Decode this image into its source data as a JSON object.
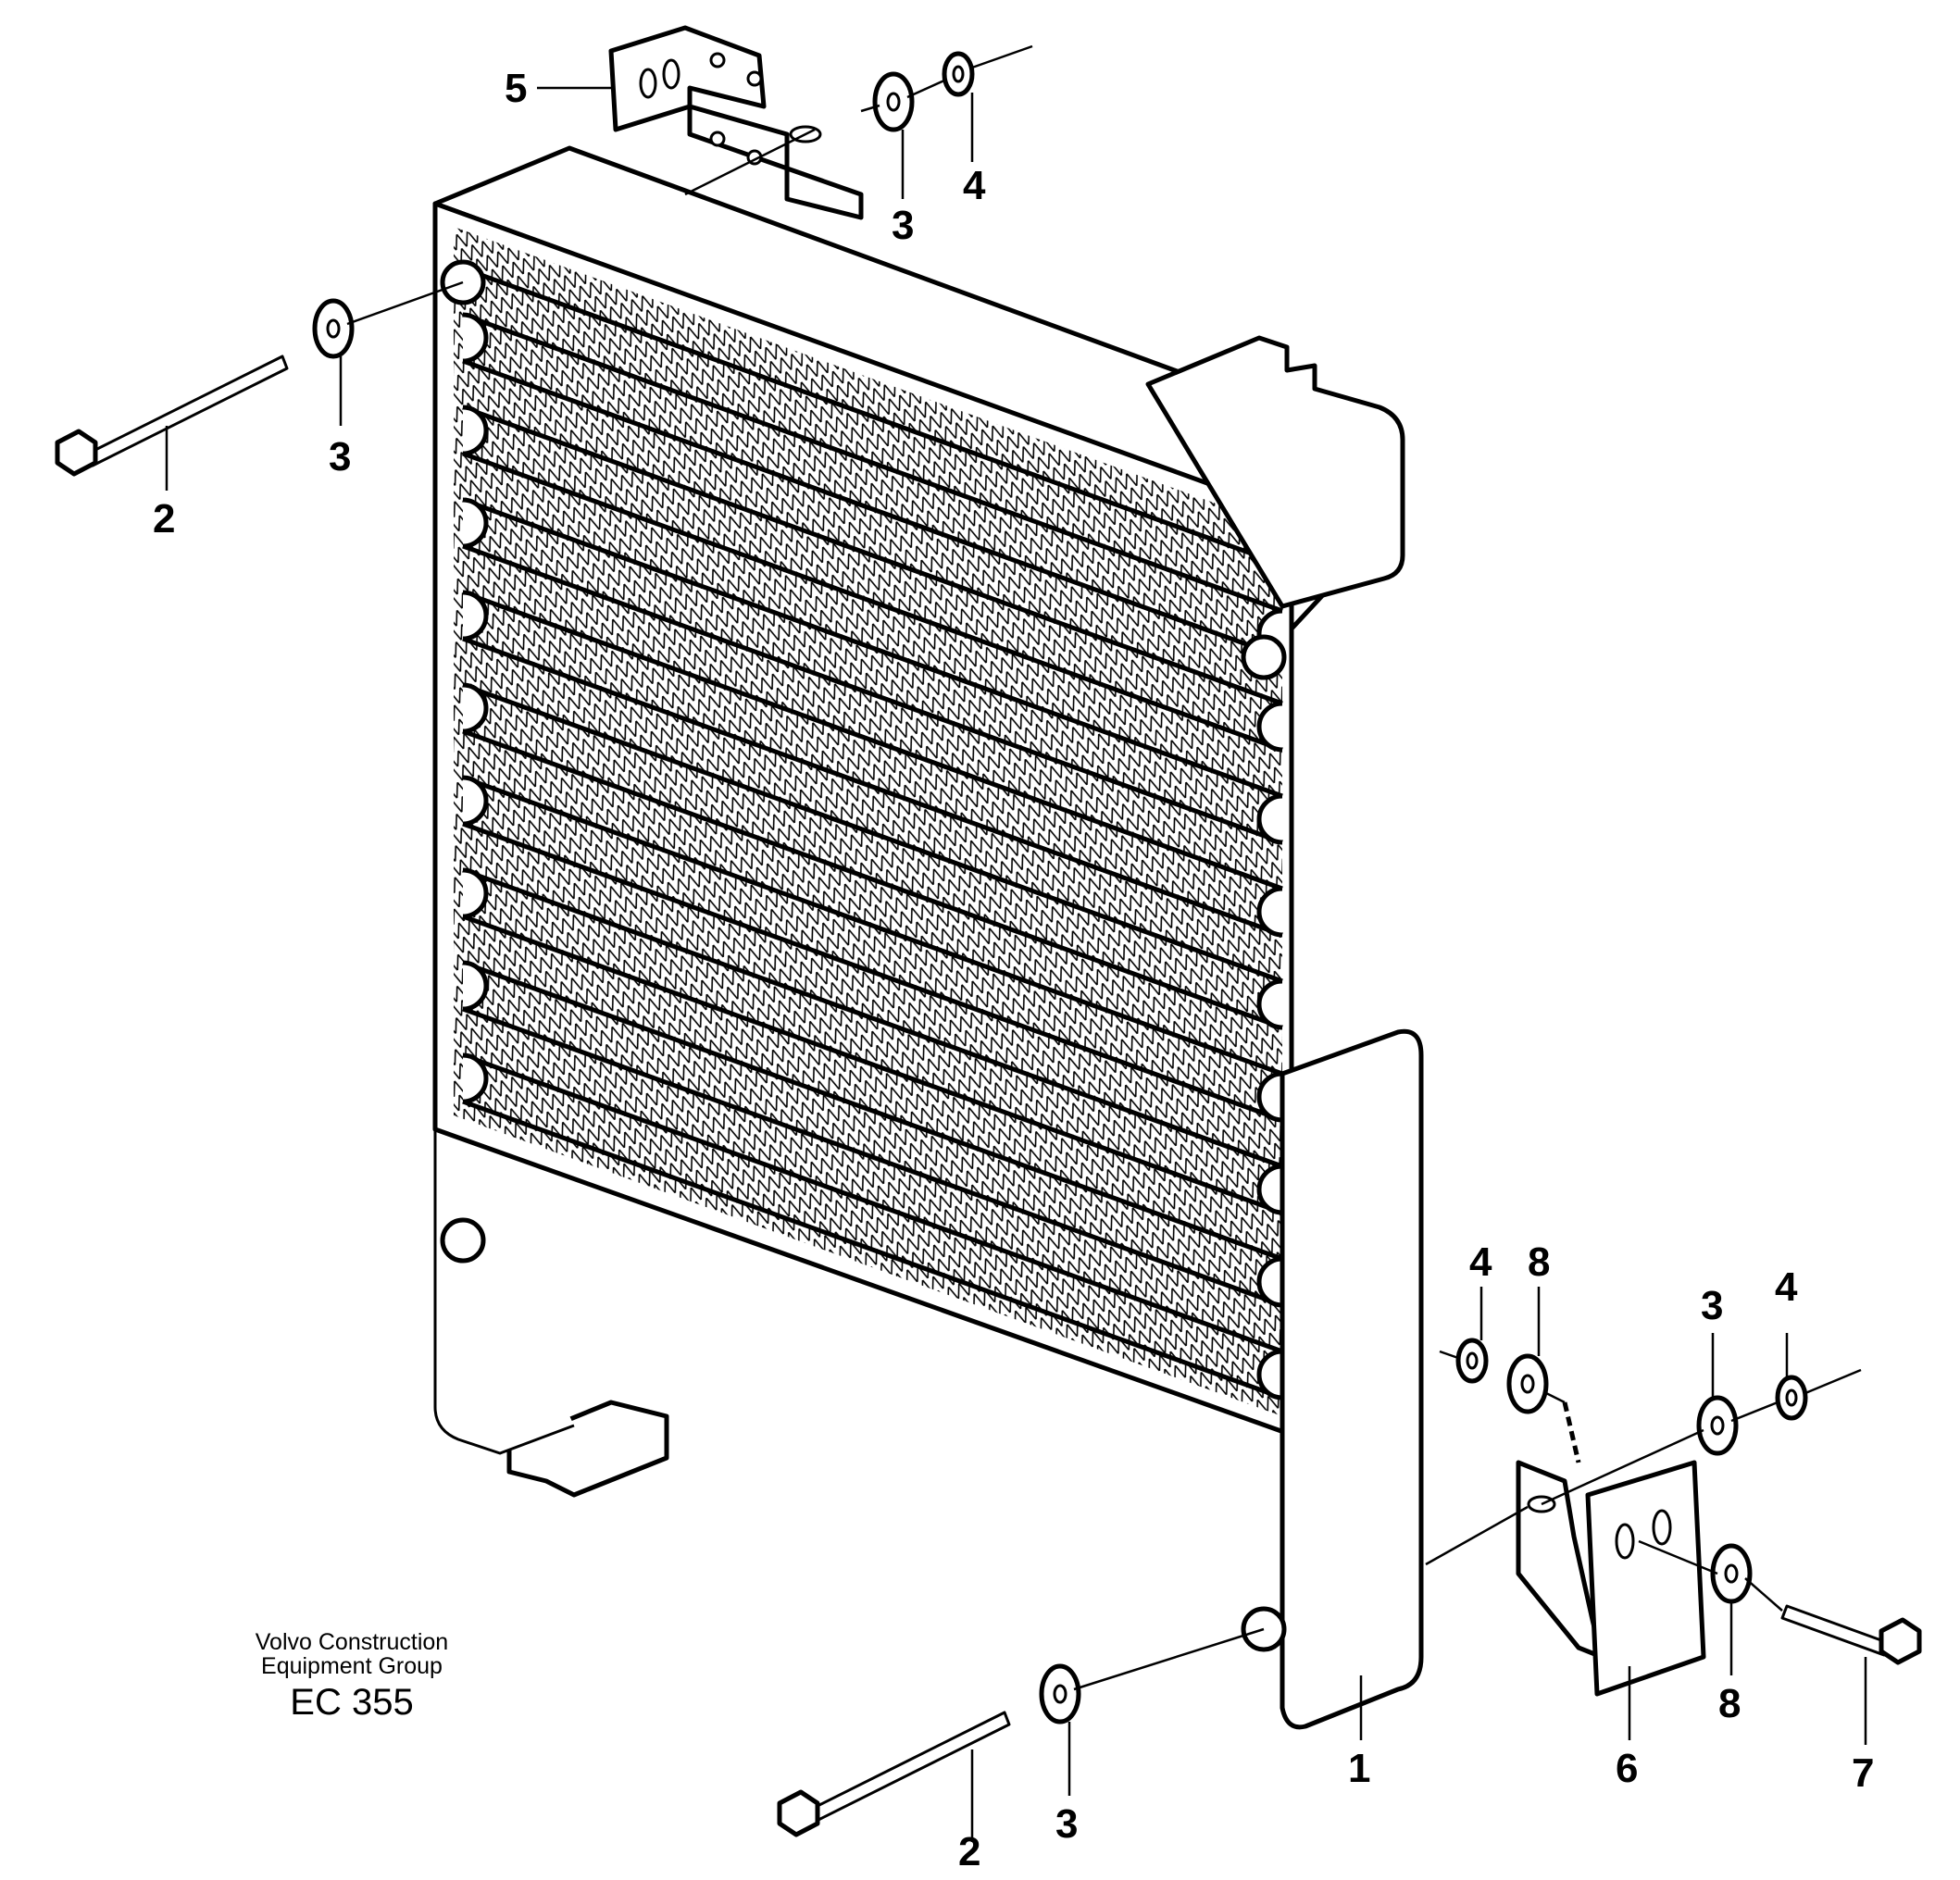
{
  "caption": {
    "line1": "Volvo Construction",
    "line2": "Equipment Group",
    "code": "EC 355"
  },
  "callouts": [
    "5",
    "4",
    "3",
    "3",
    "2",
    "4",
    "8",
    "3",
    "4",
    "8",
    "7",
    "6",
    "1",
    "2",
    "3"
  ],
  "parts": [
    {
      "id": "1",
      "name": "condenser-core"
    },
    {
      "id": "2",
      "name": "bolt"
    },
    {
      "id": "3",
      "name": "washer"
    },
    {
      "id": "4",
      "name": "nut"
    },
    {
      "id": "5",
      "name": "upper-bracket"
    },
    {
      "id": "6",
      "name": "lower-bracket"
    },
    {
      "id": "7",
      "name": "bolt"
    },
    {
      "id": "8",
      "name": "washer"
    }
  ]
}
